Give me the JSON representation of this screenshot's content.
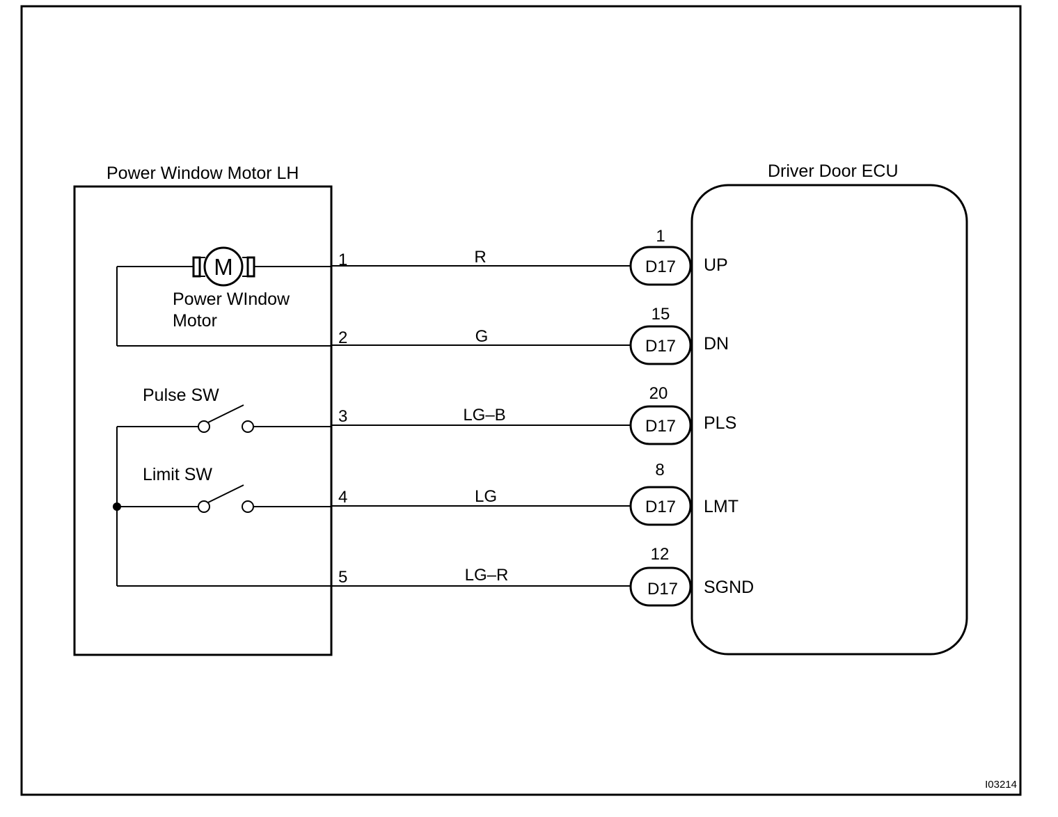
{
  "left_component": {
    "title": "Power Window Motor LH",
    "motor_symbol": "M",
    "motor_label_line1": "Power WIndow",
    "motor_label_line2": "Motor",
    "pulse_switch_label": "Pulse SW",
    "limit_switch_label": "Limit SW"
  },
  "right_component": {
    "title": "Driver Door ECU"
  },
  "wires": [
    {
      "pin": "1",
      "color": "R",
      "connector": "D17",
      "terminal": "1",
      "signal": "UP"
    },
    {
      "pin": "2",
      "color": "G",
      "connector": "D17",
      "terminal": "15",
      "signal": "DN"
    },
    {
      "pin": "3",
      "color": "LG–B",
      "connector": "D17",
      "terminal": "20",
      "signal": "PLS"
    },
    {
      "pin": "4",
      "color": "LG",
      "connector": "D17",
      "terminal": "8",
      "signal": "LMT"
    },
    {
      "pin": "5",
      "color": "LG–R",
      "connector": "D17",
      "terminal": "12",
      "signal": "SGND"
    }
  ],
  "figure_id": "I03214"
}
